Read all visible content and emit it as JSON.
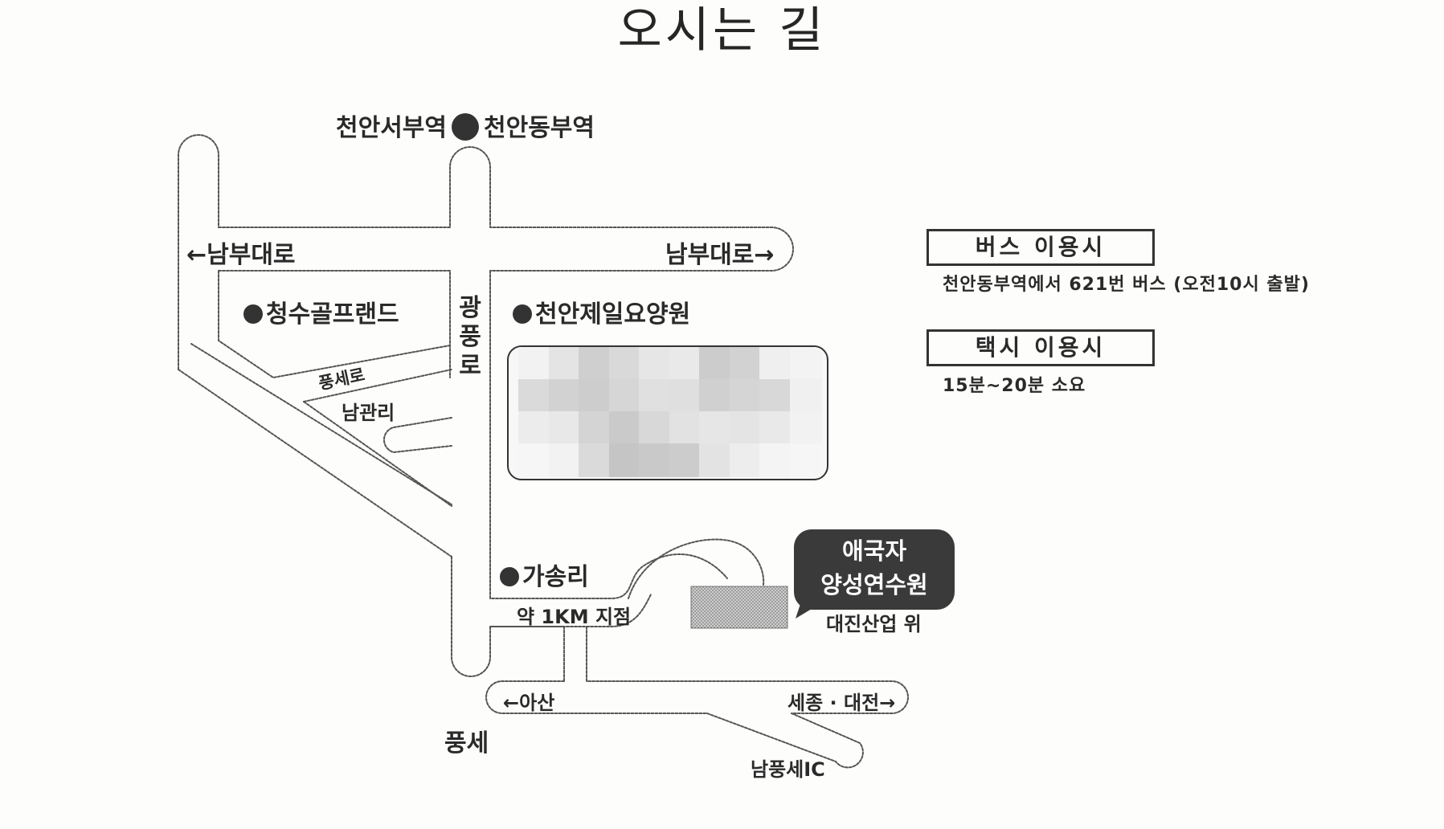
{
  "title": "오시는 길",
  "stations": {
    "left": "천안서부역",
    "right": "천안동부역"
  },
  "roads": {
    "nambu_left": "←남부대로",
    "nambu_right": "남부대로→",
    "gwangpung": "광\n풍\n로",
    "pungse_ro": "풍세로",
    "asan": "←아산",
    "sejong": "세종 · 대전→"
  },
  "places": {
    "cheongsu": "청수골프랜드",
    "cheonan_jeil": "천안제일요양원",
    "namgwan": "남관리",
    "gasong": "가송리",
    "pungse": "풍세",
    "nampungse_ic": "남풍세IC",
    "distance": "약 1KM 지점",
    "daejin": "대진산업 위"
  },
  "destination": {
    "line1": "애국자",
    "line2": "양성연수원"
  },
  "info": {
    "bus_title": "버스 이용시",
    "bus_text": "천안동부역에서 621번 버스 (오전10시 출발)",
    "taxi_title": "택시 이용시",
    "taxi_text": "15분~20분 소요"
  },
  "colors": {
    "ink": "#333333",
    "paper": "#fdfdfb",
    "callout": "#3a3a3a"
  }
}
